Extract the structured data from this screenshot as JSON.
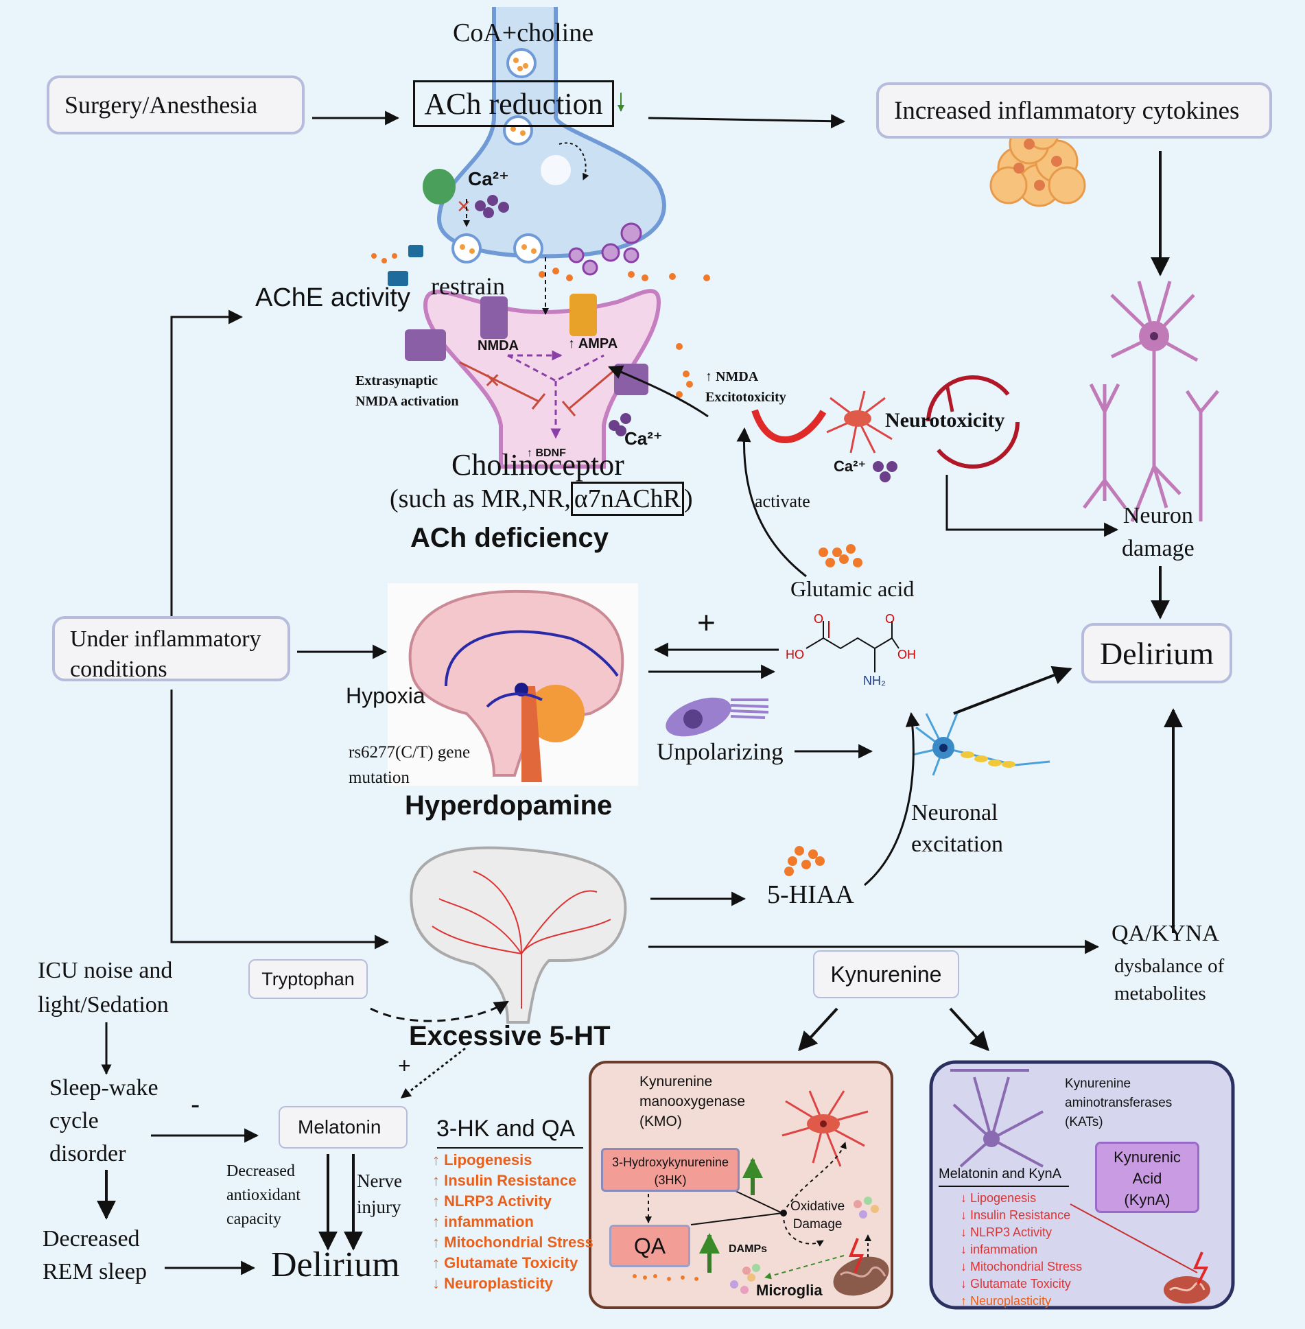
{
  "top": {
    "coa_choline": "CoA+choline",
    "ach_reduction": "ACh reduction",
    "surgery": "Surgery/Anesthesia",
    "inflammatory_cytokines": "Increased inflammatory cytokines",
    "ca2_presyn": "Ca²⁺",
    "restrain": "restrain",
    "ache_activity": "AChE activity"
  },
  "synapse": {
    "nmda": "NMDA",
    "ampa": "↑ AMPA",
    "extrasynaptic": "Extrasynaptic NMDA activation",
    "nmda_excito": "↑ NMDA Excitotoxicity",
    "ca2_post": "Ca²⁺",
    "bdnf": "↑ BDNF",
    "cholinoceptor": "Cholinoceptor",
    "such_as": "(such as MR,NR,",
    "a7": "α7nAChR",
    "close_paren": ")",
    "ach_deficiency": "ACh deficiency"
  },
  "neurotox": {
    "title": "Neurotoxicity",
    "ca2": "Ca²⁺",
    "activate": "activate",
    "glutamic": "Glutamic acid",
    "neuron_damage_1": "Neuron",
    "neuron_damage_2": "damage",
    "delirium": "Delirium"
  },
  "middle": {
    "under_inflammatory_1": "Under inflammatory",
    "under_inflammatory_2": "conditions",
    "hypoxia": "Hypoxia",
    "rs6277_1": "rs6277(C/T) gene",
    "rs6277_2": "mutation",
    "hyperdopamine": "Hyperdopamine",
    "plus": "+",
    "ho": "HO",
    "oh": "OH",
    "o": "O",
    "nh2": "NH₂",
    "unpolarizing": "Unpolarizing",
    "neuronal_excitation_1": "Neuronal",
    "neuronal_excitation_2": "excitation"
  },
  "bottom": {
    "hiaa": "5-HIAA",
    "qa_kyna": "QA/KYNA",
    "dysbalance_1": "dysbalance of",
    "dysbalance_2": "metabolites",
    "tryptophan": "Tryptophan",
    "excessive_5ht": "Excessive 5-HT",
    "kynurenine": "Kynurenine",
    "icu_1": "ICU noise and",
    "icu_2": "light/Sedation",
    "sleep_1": "Sleep-wake",
    "sleep_2": "cycle",
    "sleep_3": "disorder",
    "minus": "-",
    "plus2": "+",
    "melatonin": "Melatonin",
    "decreased_rem_1": "Decreased",
    "decreased_rem_2": "REM sleep",
    "decreased_antiox_1": "Decreased",
    "decreased_antiox_2": "antioxidant",
    "decreased_antiox_3": "capacity",
    "nerve_injury_1": "Nerve",
    "nerve_injury_2": "injury",
    "delirium_bottom": "Delirium",
    "hk_qa_title": "3-HK and QA",
    "hk_qa_list": [
      "↑ Lipogenesis",
      "↑ Insulin Resistance",
      "↑ NLRP3 Activity",
      "↑ infammation",
      "↑ Mitochondrial Stress",
      "↑ Glutamate Toxicity",
      "↓  Neuroplasticity"
    ]
  },
  "kmo_panel": {
    "title_1": "Kynurenine",
    "title_2": "manooxygenase",
    "title_3": "(KMO)",
    "hk_1": "3-Hydroxykynurenine",
    "hk_2": "(3HK)",
    "qa": "QA",
    "oxidative_1": "Oxidative",
    "oxidative_2": "Damage",
    "damps": "DAMPs",
    "microglia": "Microglia"
  },
  "kat_panel": {
    "title_1": "Kynurenine",
    "title_2": "aminotransferases",
    "title_3": "(KATs)",
    "kyna_1": "Kynurenic",
    "kyna_2": "Acid",
    "kyna_3": "(KynA)",
    "mel_kyna": "Melatonin and KynA",
    "list": [
      "↓ Lipogenesis",
      "↓ Insulin Resistance",
      "↓ NLRP3 Activity",
      "↓ infammation",
      "↓ Mitochondrial Stress",
      "↓ Glutamate Toxicity",
      "↑  Neuroplasticity"
    ]
  },
  "colors": {
    "background": "#eaf4fb",
    "box_border": "#b7bcdc",
    "orange_text": "#e8601c",
    "red_text": "#d33",
    "kmo_panel": "#f3dcd6",
    "kat_panel": "#d6d6ee",
    "kyna_box": "#c99be2",
    "hk_box": "#f29e96"
  }
}
